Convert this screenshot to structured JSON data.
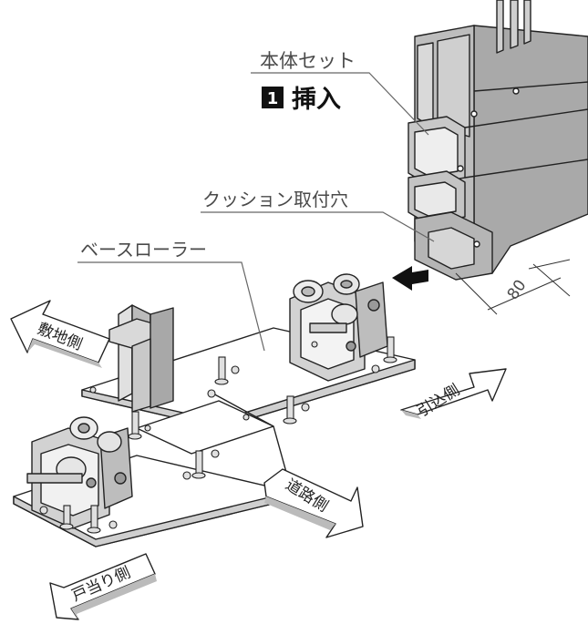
{
  "labels": {
    "main_unit": "本体セット",
    "step_number": "1",
    "step_text": "挿入",
    "cushion_hole": "クッション取付穴",
    "base_roller": "ベースローラー",
    "dimension": "80"
  },
  "direction_arrows": {
    "site_side": "敷地側",
    "pull_in_side": "引込側",
    "road_side": "道路側",
    "door_stop_side": "戸当り側"
  }
}
